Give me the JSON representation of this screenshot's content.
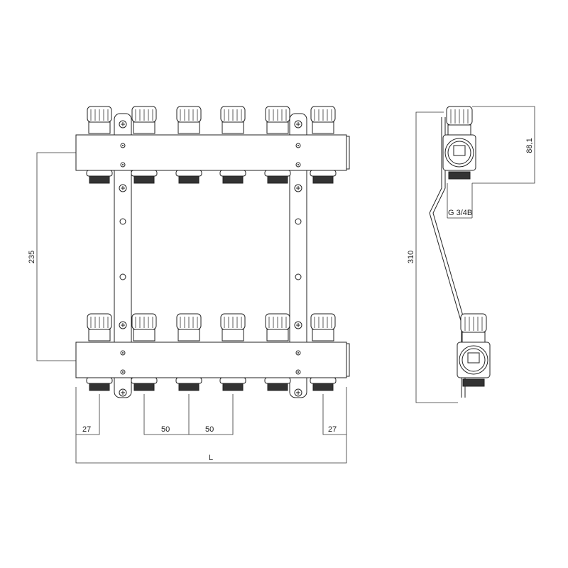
{
  "dimensions": {
    "height_between_headers": "235",
    "outer_offset_left": "27",
    "outlet_spacing_1": "50",
    "outlet_spacing_2": "50",
    "outer_offset_right": "27",
    "total_length": "L",
    "side_height": "310",
    "valve_height": "88,1",
    "thread_spec": "G 3/4B"
  },
  "outlets_per_header": 6
}
